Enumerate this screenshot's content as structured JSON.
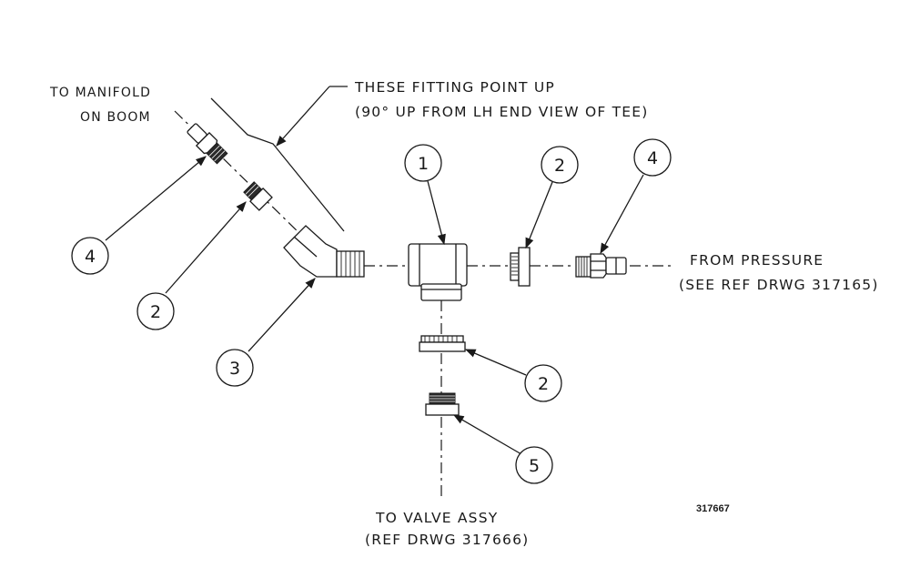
{
  "notes": {
    "fittings_line1": "THESE FITTING POINT UP",
    "fittings_line2": "(90° UP FROM LH END VIEW OF TEE)",
    "manifold_line1": "TO MANIFOLD",
    "manifold_line2": "ON BOOM",
    "pressure_line1": "FROM PRESSURE",
    "pressure_line2": "(SEE REF DRWG 317165)",
    "valve_line1": "TO VALVE ASSY",
    "valve_line2": "(REF DRWG 317666)"
  },
  "drawing_number": "317667",
  "callouts": [
    {
      "id": "tee",
      "label": "1"
    },
    {
      "id": "bushing-right",
      "label": "2"
    },
    {
      "id": "barb-right",
      "label": "4"
    },
    {
      "id": "barb-left",
      "label": "4"
    },
    {
      "id": "bushing-left",
      "label": "2"
    },
    {
      "id": "elbow",
      "label": "3"
    },
    {
      "id": "bushing-bottom",
      "label": "2"
    },
    {
      "id": "adapter-bottom",
      "label": "5"
    }
  ]
}
